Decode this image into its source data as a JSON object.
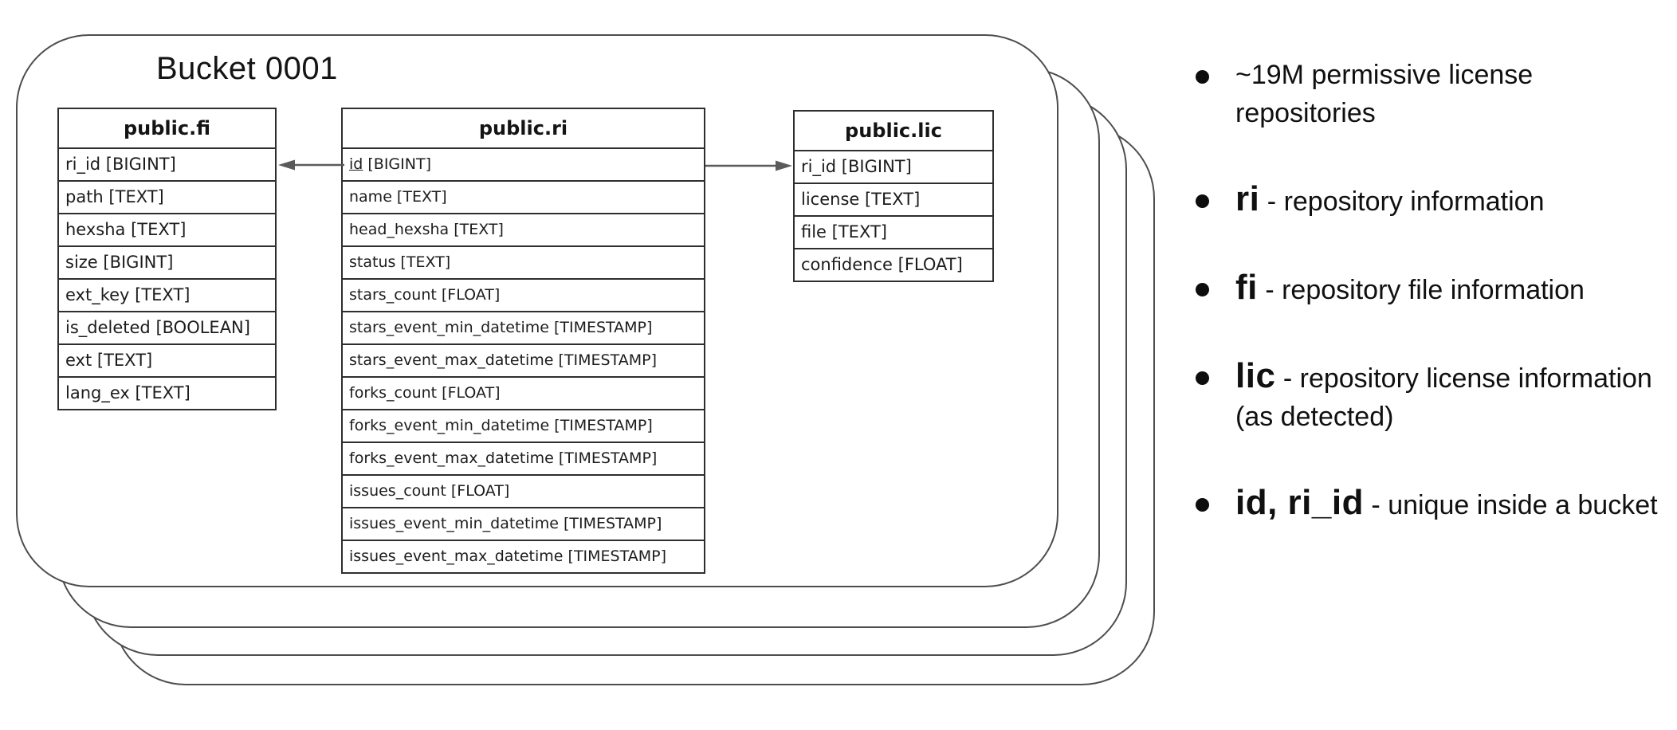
{
  "bucket": {
    "title": "Bucket 0001"
  },
  "tables": [
    {
      "name": "public.fi",
      "columns": [
        {
          "label": "ri_id [BIGINT]",
          "pk": false
        },
        {
          "label": "path [TEXT]",
          "pk": false
        },
        {
          "label": "hexsha [TEXT]",
          "pk": false
        },
        {
          "label": "size [BIGINT]",
          "pk": false
        },
        {
          "label": "ext_key [TEXT]",
          "pk": false
        },
        {
          "label": "is_deleted [BOOLEAN]",
          "pk": false
        },
        {
          "label": "ext [TEXT]",
          "pk": false
        },
        {
          "label": "lang_ex [TEXT]",
          "pk": false
        }
      ]
    },
    {
      "name": "public.ri",
      "columns": [
        {
          "label": "id [BIGINT]",
          "pk": true
        },
        {
          "label": "name [TEXT]",
          "pk": false
        },
        {
          "label": "head_hexsha [TEXT]",
          "pk": false
        },
        {
          "label": "status [TEXT]",
          "pk": false
        },
        {
          "label": "stars_count [FLOAT]",
          "pk": false
        },
        {
          "label": "stars_event_min_datetime [TIMESTAMP]",
          "pk": false
        },
        {
          "label": "stars_event_max_datetime [TIMESTAMP]",
          "pk": false
        },
        {
          "label": "forks_count [FLOAT]",
          "pk": false
        },
        {
          "label": "forks_event_min_datetime [TIMESTAMP]",
          "pk": false
        },
        {
          "label": "forks_event_max_datetime [TIMESTAMP]",
          "pk": false
        },
        {
          "label": "issues_count [FLOAT]",
          "pk": false
        },
        {
          "label": "issues_event_min_datetime [TIMESTAMP]",
          "pk": false
        },
        {
          "label": "issues_event_max_datetime [TIMESTAMP]",
          "pk": false
        }
      ]
    },
    {
      "name": "public.lic",
      "columns": [
        {
          "label": "ri_id [BIGINT]",
          "pk": false
        },
        {
          "label": "license [TEXT]",
          "pk": false
        },
        {
          "label": "file [TEXT]",
          "pk": false
        },
        {
          "label": "confidence [FLOAT]",
          "pk": false
        }
      ]
    }
  ],
  "relationships": [
    {
      "from": "public.ri.id",
      "to": "public.fi.ri_id",
      "direction": "left"
    },
    {
      "from": "public.ri.id",
      "to": "public.lic.ri_id",
      "direction": "right"
    }
  ],
  "bullets": [
    {
      "term": "",
      "text": "~19M permissive license repositories"
    },
    {
      "term": "ri",
      "text": " - repository information"
    },
    {
      "term": "fi",
      "text": " - repository file information"
    },
    {
      "term": "lic",
      "text": " - repository license information (as detected)"
    },
    {
      "term": "id, ri_id",
      "text": " - unique inside a bucket"
    }
  ]
}
